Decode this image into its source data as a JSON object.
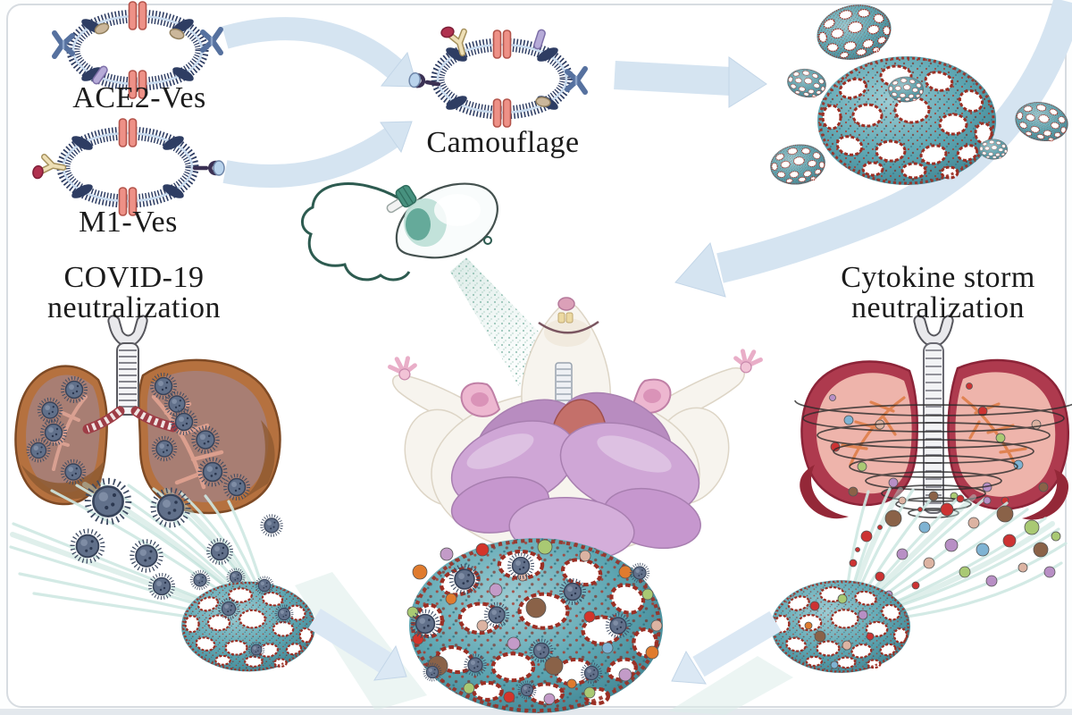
{
  "figure": {
    "type": "scientific-diagram",
    "title": "Cellular nanosponge inhalation therapy for COVID-19 and cytokine storm neutralization",
    "labels": {
      "ace2_ves": "ACE2-Ves",
      "m1_ves": "M1-Ves",
      "camouflage": "Camouflage",
      "covid_line1": "COVID-19",
      "covid_line2": "neutralization",
      "cytokine_line1": "Cytokine storm",
      "cytokine_line2": "neutralization"
    },
    "palette": {
      "arrow_blue": "#d5e4f1",
      "membrane_navy": "#2e3d63",
      "membrane_inner_line": "#c9dbee",
      "channel_pink": "#ee9187",
      "sponge_teal": "#5fa7b3",
      "sponge_lattice_red": "#9b2f24",
      "virus_gray_blue": "#61708a",
      "covid_lung_outer": "#b5713f",
      "covid_lung_inner": "#a87e73",
      "storm_lung_outer": "#ae3a4e",
      "storm_lung_inner": "#eeb4ab",
      "organ_lilac": "#cfa6d6",
      "heart_red": "#c4706a",
      "mist_teal": "#8fbfb2",
      "stream_teal": "#cfe8e3",
      "text": "#1b1b1b"
    }
  }
}
